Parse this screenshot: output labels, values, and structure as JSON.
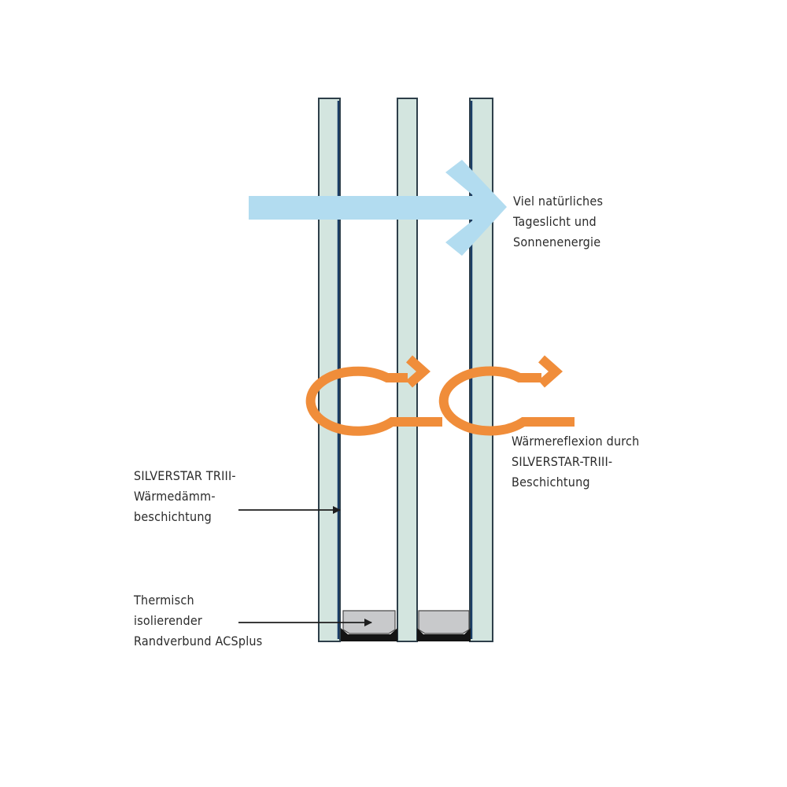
{
  "colors": {
    "glass_fill": "#d3e5df",
    "glass_edge": "#2e3f4a",
    "coating_line": "#1a3d66",
    "light_arrow": "#b2dcf0",
    "heat_arrow": "#f08d3a",
    "spacer_fill": "#c8c9cb",
    "seal_fill": "#141414",
    "pointer_line": "#1e1e1e"
  },
  "icons": {
    "light_arrow": "light-arrow-icon",
    "heat_arrow": "heat-reflection-arrow-icon",
    "pointer_arrow": "pointer-arrow-icon"
  },
  "labels": {
    "daylight": {
      "line1": "Viel natürliches",
      "line2": "Tageslicht und",
      "line3": "Sonnenenergie"
    },
    "heat_reflection": {
      "line1": "Wärmereflexion durch",
      "line2": "SILVERSTAR-TRIII-",
      "line3": "Beschichtung"
    },
    "coating": {
      "line1": "SILVERSTAR TRIII-",
      "line2": "Wärmedämm-",
      "line3": "beschichtung"
    },
    "edge_seal": {
      "line1": "Thermisch",
      "line2": "isolierender",
      "line3": "Randverbund ACSplus"
    }
  }
}
